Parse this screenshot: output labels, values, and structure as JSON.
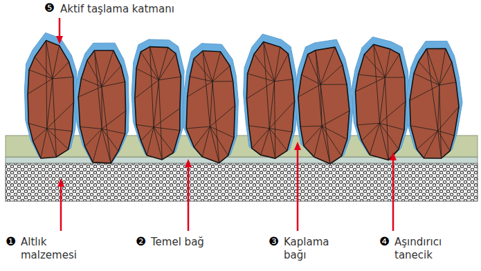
{
  "diagram": {
    "labels": [
      "❺",
      "Aktif taşlama katmanı",
      "❶",
      "Altlık malzemesi",
      "❷",
      "Temel bağ",
      "❸",
      "Kaplama bağı",
      "❹",
      "Aşındırıcı tanecik"
    ]
  }
}
